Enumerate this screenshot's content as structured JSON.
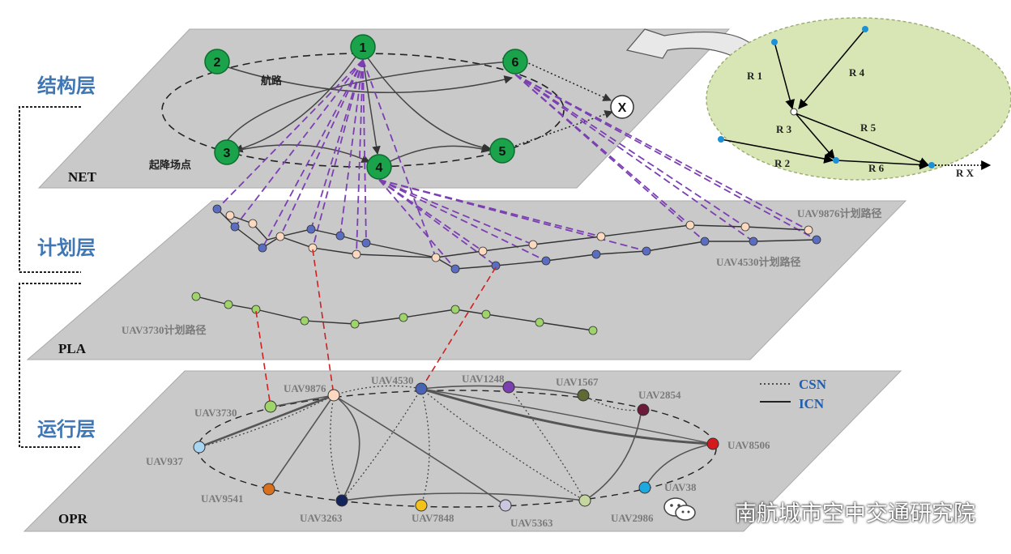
{
  "layers": {
    "structure": {
      "title": "结构层",
      "code": "NET"
    },
    "plan": {
      "title": "计划层",
      "code": "PLA"
    },
    "run": {
      "title": "运行层",
      "code": "OPR"
    }
  },
  "net": {
    "nodes": [
      "1",
      "2",
      "3",
      "4",
      "5",
      "6"
    ],
    "fault": "X",
    "route_label": "航路",
    "airport_label": "起降场点"
  },
  "inset": {
    "routes": [
      "R 1",
      "R 2",
      "R 3",
      "R 4",
      "R 5",
      "R 6"
    ],
    "rx": "R X"
  },
  "plans": {
    "uav9876": "UAV9876计划路径",
    "uav4530": "UAV4530计划路径",
    "uav3730": "UAV3730计划路径"
  },
  "opr": {
    "legend": {
      "csn": "CSN",
      "icn": "ICN"
    },
    "uavs": {
      "uav3730": "UAV3730",
      "uav9876": "UAV9876",
      "uav4530": "UAV4530",
      "uav1248": "UAV1248",
      "uav1567": "UAV1567",
      "uav2854": "UAV2854",
      "uav937": "UAV937",
      "uav8506": "UAV8506",
      "uav9541": "UAV9541",
      "uav3263": "UAV3263",
      "uav7848": "UAV7848",
      "uav5363": "UAV5363",
      "uav2986": "UAV2986",
      "uav38": "UAV38"
    }
  },
  "watermark": "南航城市空中交通研究院",
  "colors": {
    "plane": "#c8c8c8",
    "net_node": "#1aa34a",
    "plan_link": "#7b3fb2",
    "drop_link": "#cc2222",
    "inset_fill": "#d8e6b5",
    "title": "#3f76b4"
  }
}
